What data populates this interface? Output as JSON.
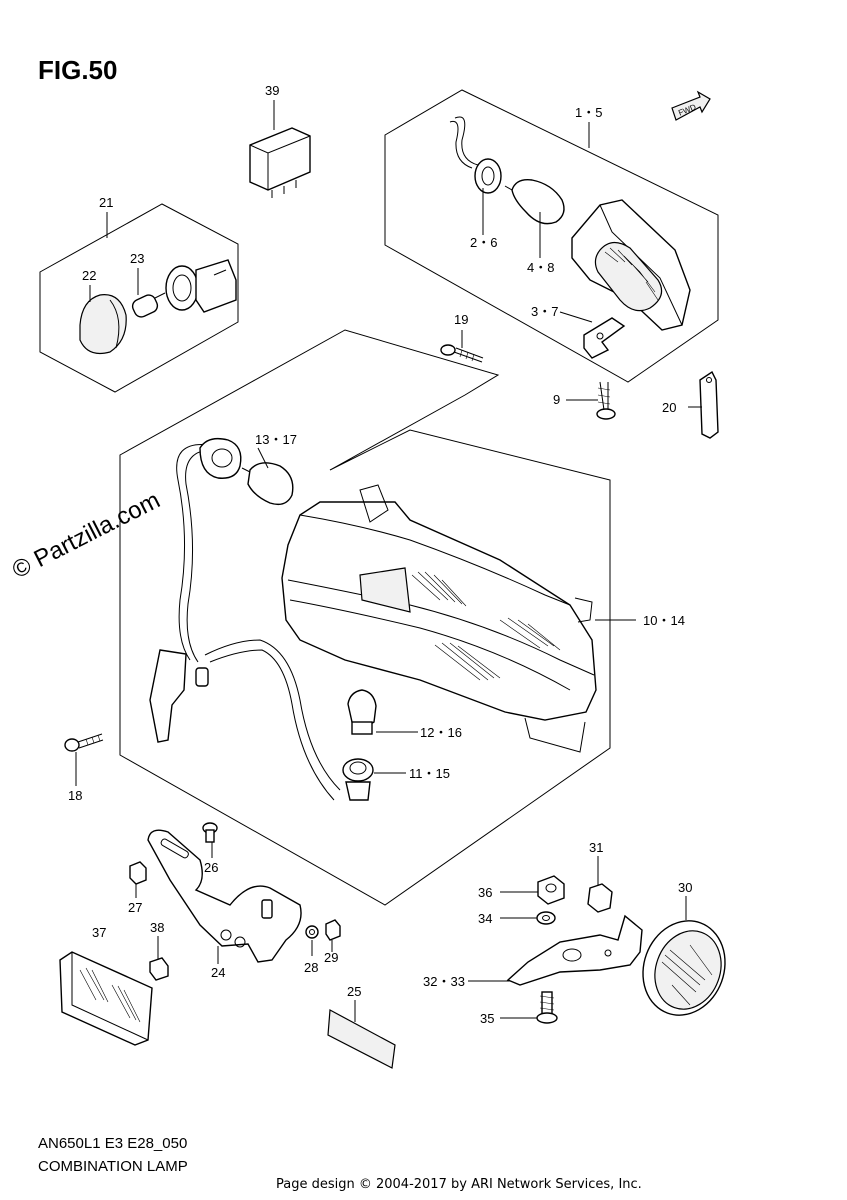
{
  "figure": {
    "title": "FIG.50",
    "model_code": "AN650L1 E3 E28_050",
    "section_name": "COMBINATION LAMP",
    "credit": "Page design © 2004-2017 by ARI Network Services, Inc.",
    "watermark": "© Partzilla.com",
    "fwd_label": "FWD"
  },
  "callouts": [
    {
      "id": "39",
      "label": "39"
    },
    {
      "id": "1-5",
      "label": "1・5"
    },
    {
      "id": "21",
      "label": "21"
    },
    {
      "id": "22",
      "label": "22"
    },
    {
      "id": "23",
      "label": "23"
    },
    {
      "id": "2-6",
      "label": "2・6"
    },
    {
      "id": "4-8",
      "label": "4・8"
    },
    {
      "id": "3-7",
      "label": "3・7"
    },
    {
      "id": "19",
      "label": "19"
    },
    {
      "id": "9",
      "label": "9"
    },
    {
      "id": "20",
      "label": "20"
    },
    {
      "id": "13-17",
      "label": "13・17"
    },
    {
      "id": "10-14",
      "label": "10・14"
    },
    {
      "id": "12-16",
      "label": "12・16"
    },
    {
      "id": "11-15",
      "label": "11・15"
    },
    {
      "id": "18",
      "label": "18"
    },
    {
      "id": "26",
      "label": "26"
    },
    {
      "id": "27",
      "label": "27"
    },
    {
      "id": "31",
      "label": "31"
    },
    {
      "id": "30",
      "label": "30"
    },
    {
      "id": "36",
      "label": "36"
    },
    {
      "id": "34",
      "label": "34"
    },
    {
      "id": "37",
      "label": "37"
    },
    {
      "id": "38",
      "label": "38"
    },
    {
      "id": "24",
      "label": "24"
    },
    {
      "id": "28",
      "label": "28"
    },
    {
      "id": "29",
      "label": "29"
    },
    {
      "id": "32-33",
      "label": "32・33"
    },
    {
      "id": "25",
      "label": "25"
    },
    {
      "id": "35",
      "label": "35"
    }
  ]
}
